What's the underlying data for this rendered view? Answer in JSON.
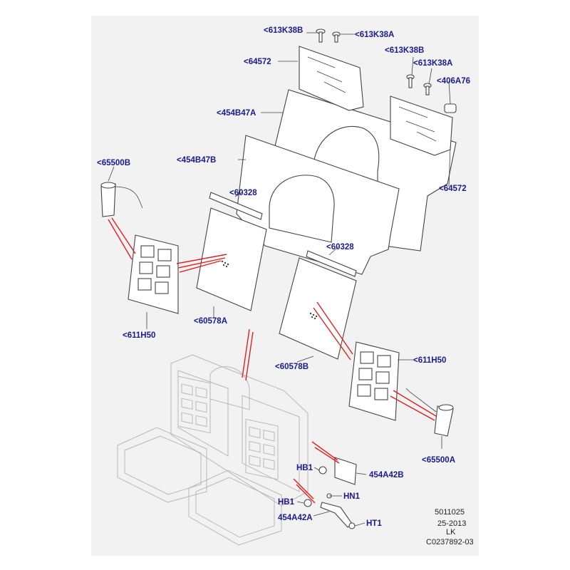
{
  "labels": {
    "l613K38B_top": "<613K38B",
    "l613K38A_top": "<613K38A",
    "l64572_left": "<64572",
    "l613K38B_right": "<613K38B",
    "l613K38A_right": "<613K38A",
    "l406A76": "<406A76",
    "l454B47A": "<454B47A",
    "l454B47B": "<454B47B",
    "l65500B": "<65500B",
    "l64572_right": "<64572",
    "l60328_left": "<60328",
    "l60328_right": "<60328",
    "l60578A": "<60578A",
    "l611H50_left": "<611H50",
    "l611H50_right": "<611H50",
    "l60578B": "<60578B",
    "l65500A": "<65500A",
    "lHB1_upper": "HB1",
    "l454A42B": "454A42B",
    "lHN1": "HN1",
    "lHB1_lower": "HB1",
    "l454A42A": "454A42A",
    "lHT1": "HT1"
  },
  "reference": {
    "line1": "5011025",
    "line2": "25-2013",
    "line3": "LK",
    "line4": "C0237892-03"
  },
  "colors": {
    "label": "#1a1a8c",
    "callout": "#e02020",
    "outline": "#444444",
    "ghost": "#b8b8b8",
    "panel": "#f2f2f2"
  }
}
